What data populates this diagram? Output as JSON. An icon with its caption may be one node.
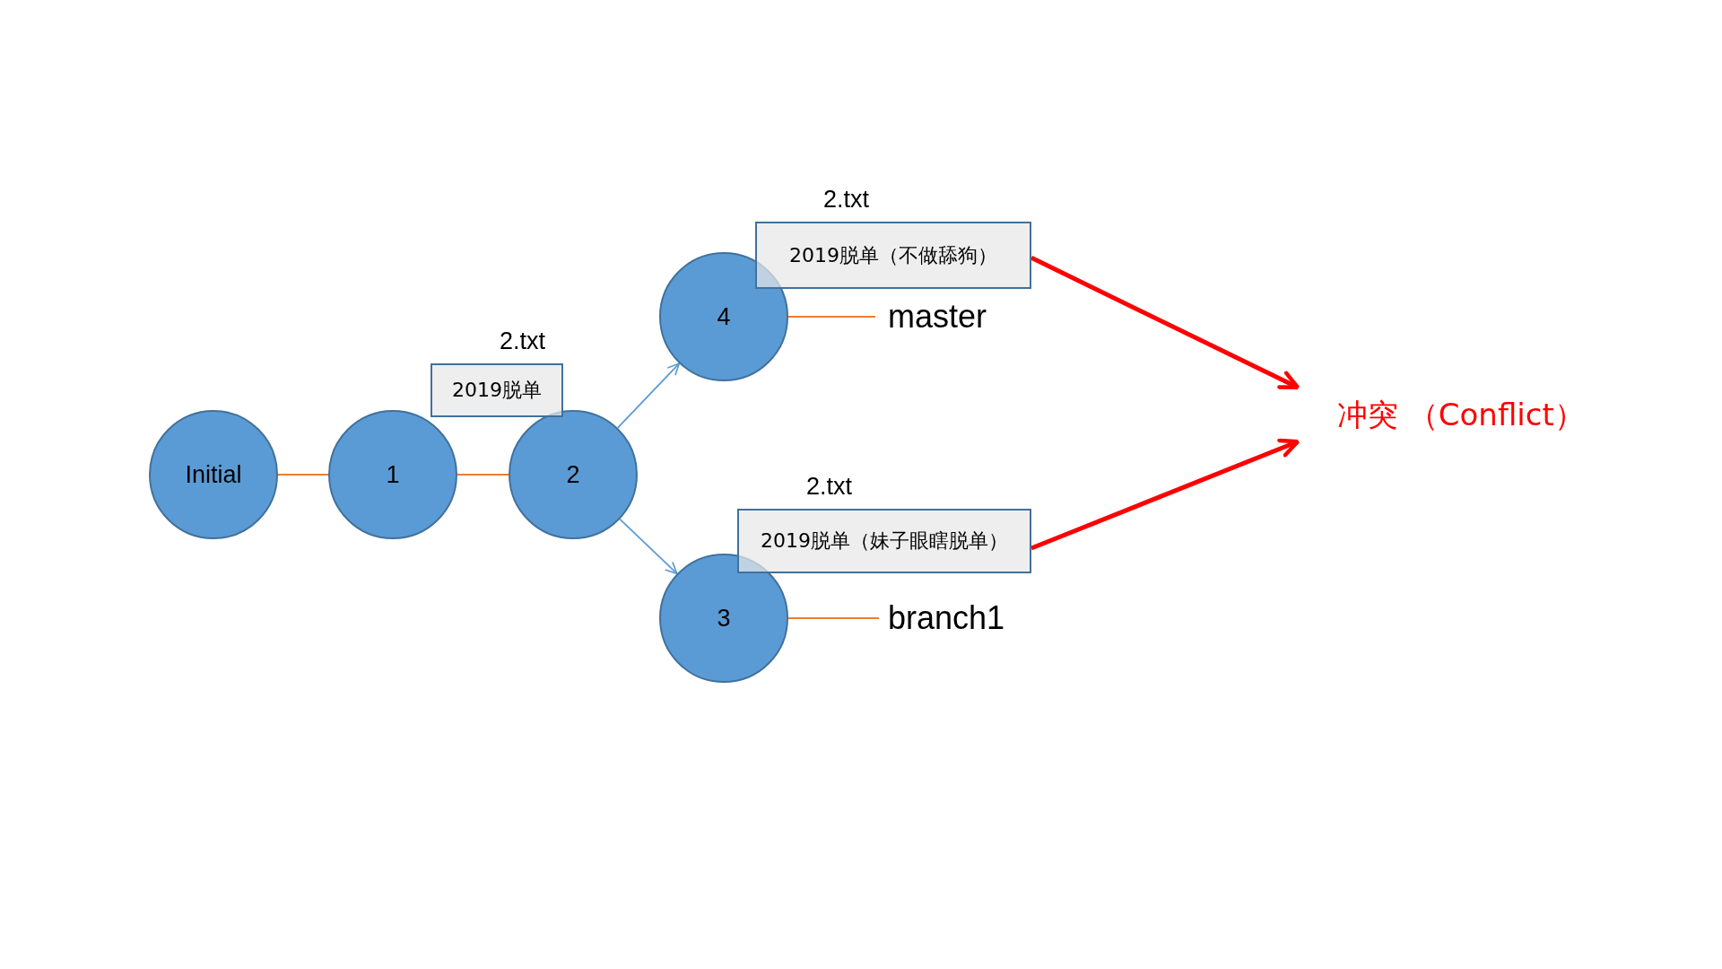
{
  "diagram": {
    "nodes": [
      {
        "text": [
          "Initial"
        ]
      },
      {
        "text": [
          "1"
        ]
      },
      {
        "text": [
          "2"
        ]
      },
      {
        "text": [
          "4"
        ]
      },
      {
        "text": [
          "3"
        ]
      },
      {
        "text": [
          "2.txt",
          "2019脱单"
        ]
      },
      {
        "text": [
          "2.txt",
          "2019脱单（不做舔狗）"
        ]
      },
      {
        "text": [
          "2.txt",
          "2019脱单（妹子眼瞎脱单）"
        ]
      },
      {
        "text": [
          "master"
        ]
      },
      {
        "text": [
          "branch1"
        ]
      },
      {
        "text": [
          "冲突 （Conflict）"
        ]
      }
    ],
    "edges": [
      {
        "from": 0,
        "to": 1,
        "arrow": "none"
      },
      {
        "from": 1,
        "to": 2,
        "arrow": "none"
      },
      {
        "from": 2,
        "to": 3,
        "arrow": "to",
        "color": "#5b9bd5"
      },
      {
        "from": 2,
        "to": 4,
        "arrow": "to",
        "color": "#5b9bd5"
      },
      {
        "from": 3,
        "to": 8,
        "arrow": "none"
      },
      {
        "from": 4,
        "to": 9,
        "arrow": "none"
      },
      {
        "from": 6,
        "to": 10,
        "arrow": "to",
        "style": "thick",
        "color": "#ff0000"
      },
      {
        "from": 7,
        "to": 10,
        "arrow": "to",
        "style": "thick",
        "color": "#ff0000"
      }
    ]
  }
}
